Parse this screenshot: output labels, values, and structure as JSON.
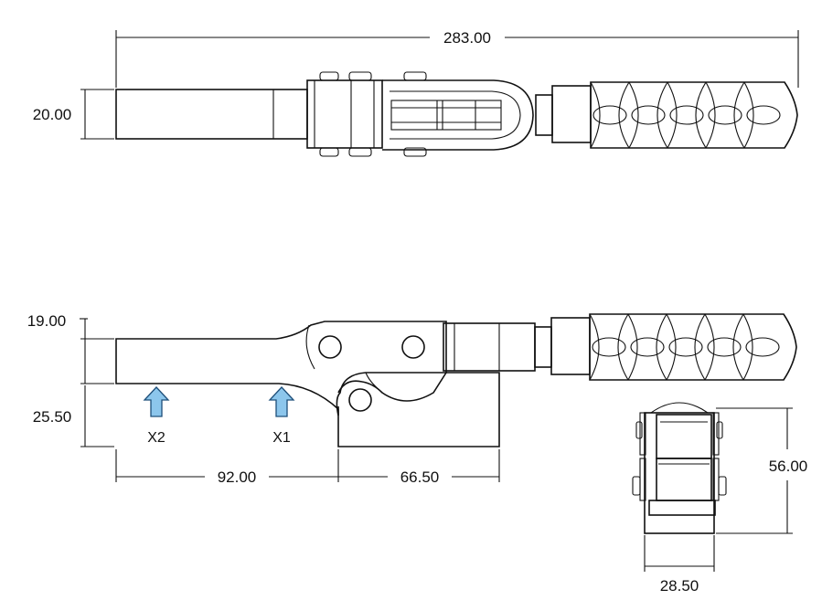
{
  "drawing": {
    "dimensions": {
      "overall_length": "283.00",
      "top_height": "20.00",
      "side_upper_height": "19.00",
      "side_lower_height": "25.50",
      "length_a": "92.00",
      "length_b": "66.50",
      "end_height": "56.00",
      "end_width": "28.50"
    },
    "markers": {
      "x2": "X2",
      "x1": "X1"
    },
    "colors": {
      "line": "#111111",
      "arrow_fill": "#8cc6ec",
      "arrow_stroke": "#1e4f7a"
    }
  }
}
